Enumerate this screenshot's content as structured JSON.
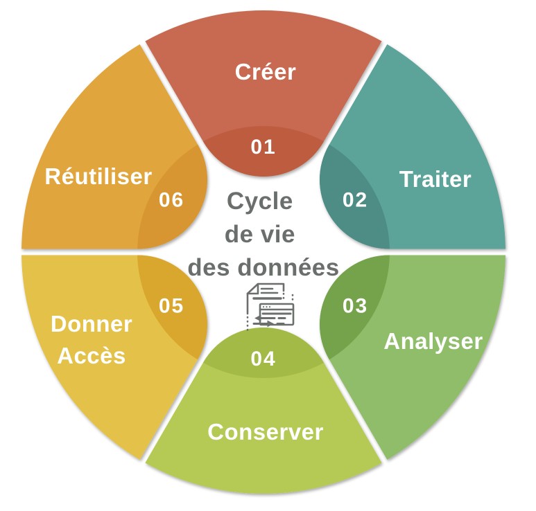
{
  "title": {
    "lines": [
      "Cycle",
      "de vie",
      "des données"
    ],
    "color": "#6B6F6C"
  },
  "center_icon": {
    "name": "document-data-transfer-icon",
    "color": "#6B6F6C"
  },
  "background_color": "#FFFFFF",
  "segments": [
    {
      "number": "01",
      "label": "Créer",
      "color_outer": "#C76A51",
      "color_inner": "#BE5C40"
    },
    {
      "number": "02",
      "label": "Traiter",
      "color_outer": "#5BA39A",
      "color_inner": "#4E8D85"
    },
    {
      "number": "03",
      "label": "Analyser",
      "color_outer": "#90BD6A",
      "color_inner": "#74A34C"
    },
    {
      "number": "04",
      "label": "Conserver",
      "color_outer": "#B5C954",
      "color_inner": "#A3BA47"
    },
    {
      "number": "05",
      "label": "Donner Accès",
      "color_outer": "#E4C248",
      "color_inner": "#D9A72F"
    },
    {
      "number": "06",
      "label": "Réutiliser",
      "color_outer": "#E0A63C",
      "color_inner": "#D79630"
    }
  ]
}
